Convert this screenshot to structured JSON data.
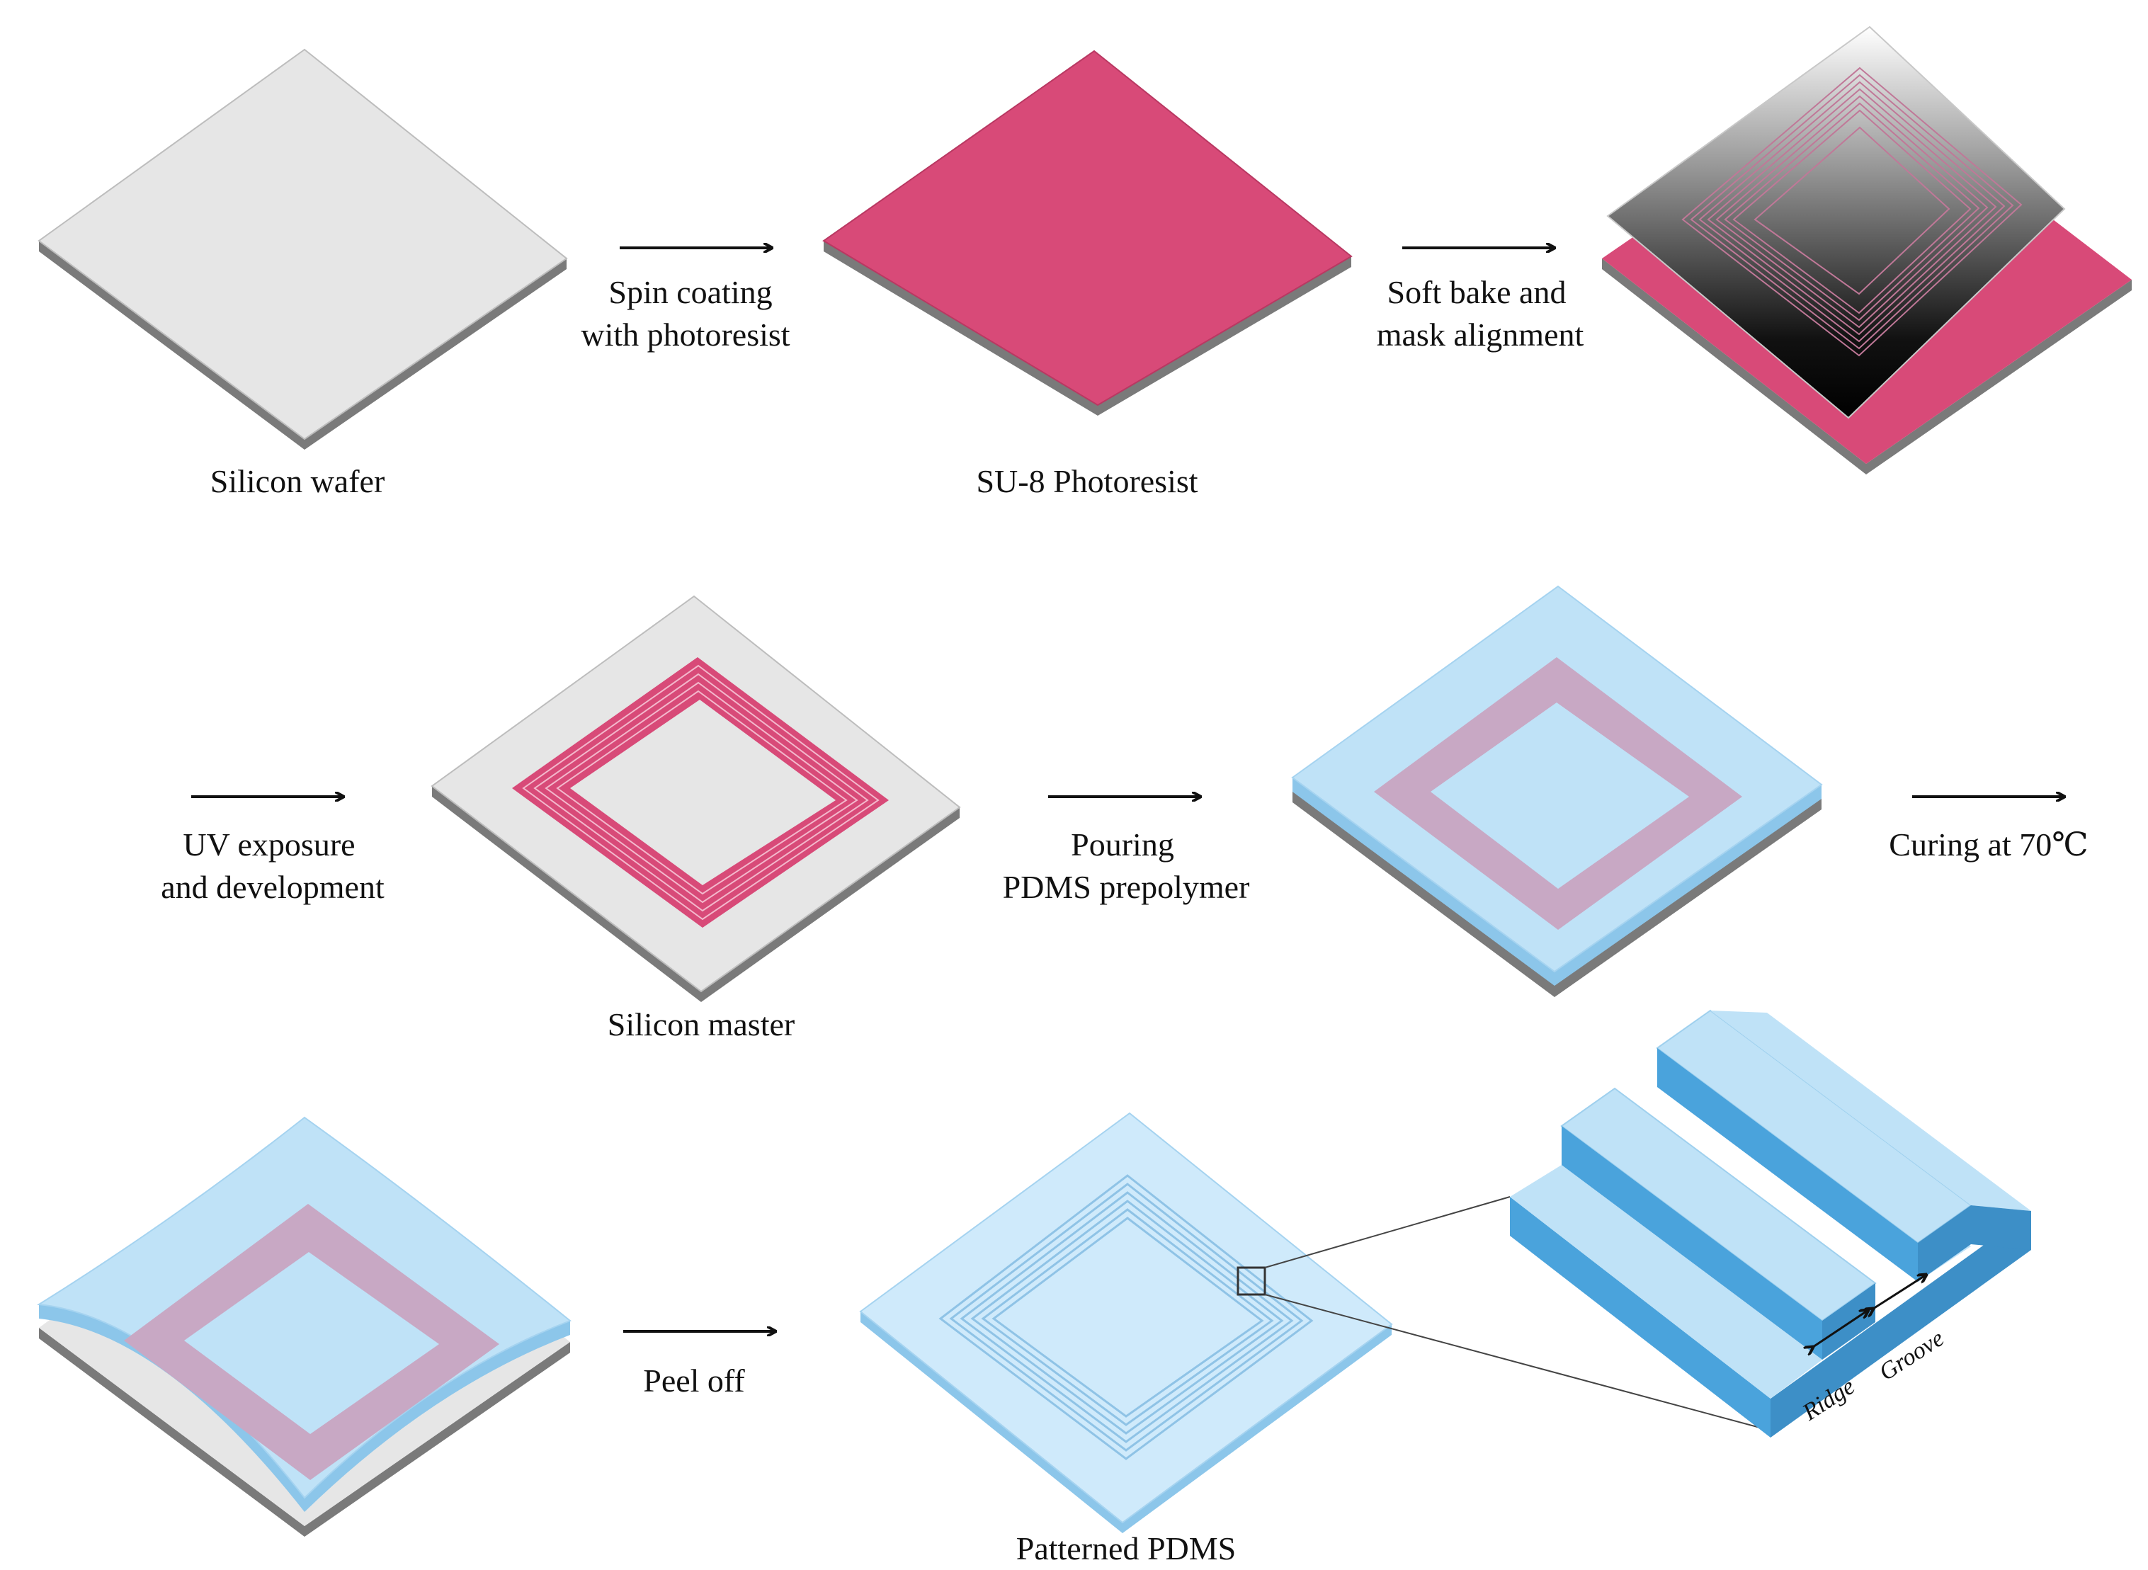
{
  "labels": {
    "silicon_wafer": "Silicon wafer",
    "su8_photoresist": "SU-8 Photoresist",
    "silicon_master": "Silicon master",
    "patterned_pdms": "Patterned PDMS"
  },
  "steps": {
    "spin_coating_line1": "Spin coating",
    "spin_coating_line2": "with photoresist",
    "soft_bake_line1": "Soft bake and",
    "soft_bake_line2": "mask alignment",
    "uv_exposure_line1": "UV exposure",
    "uv_exposure_line2": "and development",
    "pouring_line1": "Pouring",
    "pouring_line2": "PDMS prepolymer",
    "curing": "Curing at 70℃",
    "peel_off": "Peel off"
  },
  "detail": {
    "ridge": "Ridge",
    "groove": "Groove"
  },
  "colors": {
    "wafer_top": "#e6e6e6",
    "wafer_edge": "#7a7a7a",
    "photoresist": "#d84a78",
    "pdms": "#bfe2f7",
    "pdms_dark": "#4aa3dc",
    "pattern_purple": "#c8a8c4"
  }
}
